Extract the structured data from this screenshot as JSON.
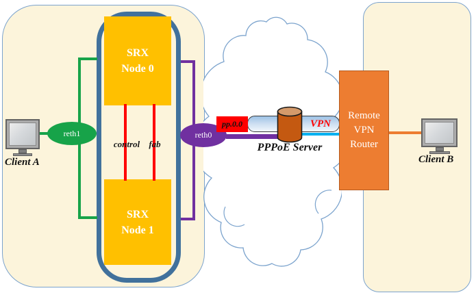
{
  "cluster": {
    "node0": {
      "line1": "SRX",
      "line2": "Node 0"
    },
    "node1": {
      "line1": "SRX",
      "line2": "Node 1"
    },
    "links": {
      "control": "control",
      "fab": "fab"
    },
    "interfaces": {
      "reth1": "reth1",
      "reth0": "reth0"
    }
  },
  "clients": {
    "a": "Client A",
    "b": "Client B"
  },
  "wan": {
    "interface": "pp.0.0",
    "vpn": "VPN",
    "server": "PPPoE Server"
  },
  "router": {
    "line1": "Remote",
    "line2": "VPN",
    "line3": "Router"
  },
  "colors": {
    "panel_fill": "#FCF4DB",
    "panel_border": "#7BA3CD",
    "cluster_border": "#41719C",
    "node_orange": "#FFC000",
    "router_orange": "#ED7D31",
    "green": "#17A349",
    "purple": "#7030A0",
    "red": "#FF0000",
    "cyan": "#00B0F0",
    "cylinder_brown": "#C45911",
    "cloud_stroke": "#7BA3CD"
  }
}
